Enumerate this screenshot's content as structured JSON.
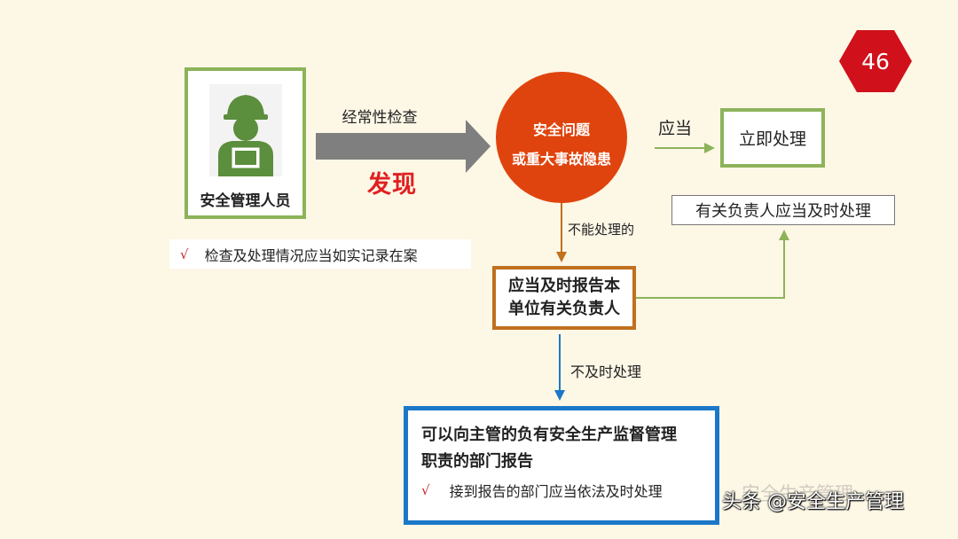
{
  "page_number": "46",
  "manager": {
    "label": "安全管理人员",
    "icon": "worker-with-helmet-icon"
  },
  "check_note": {
    "mark": "√",
    "text": "检查及处理情况应当如实记录在案"
  },
  "inspection_arrow": {
    "label": "经常性检查",
    "action": "发现"
  },
  "issue_circle": {
    "line1": "安全问题",
    "line2": "或重大事故隐患"
  },
  "should_label": "应当",
  "immediate_box": "立即处理",
  "responsible_box": "有关负责人应当及时处理",
  "cannot_label": "不能处理的",
  "report_box": {
    "line1": "应当及时报告本",
    "line2": "单位有关负责人"
  },
  "not_timely_label": "不及时处理",
  "dept_box": {
    "title_line1": "可以向主管的负有安全生产监督管理",
    "title_line2": "职责的部门报告",
    "mark": "√",
    "note": "接到报告的部门应当依法及时处理"
  },
  "watermark": {
    "ghost_text": "安全生产管理",
    "text": "头条 @安全生产管理"
  },
  "colors": {
    "background": "#fdf7e6",
    "green": "#8db35a",
    "orange_circle": "#e0440e",
    "brown_border": "#c0701e",
    "blue_border": "#1b78c8",
    "red_badge": "#d0101a",
    "discover_red": "#e02020"
  }
}
